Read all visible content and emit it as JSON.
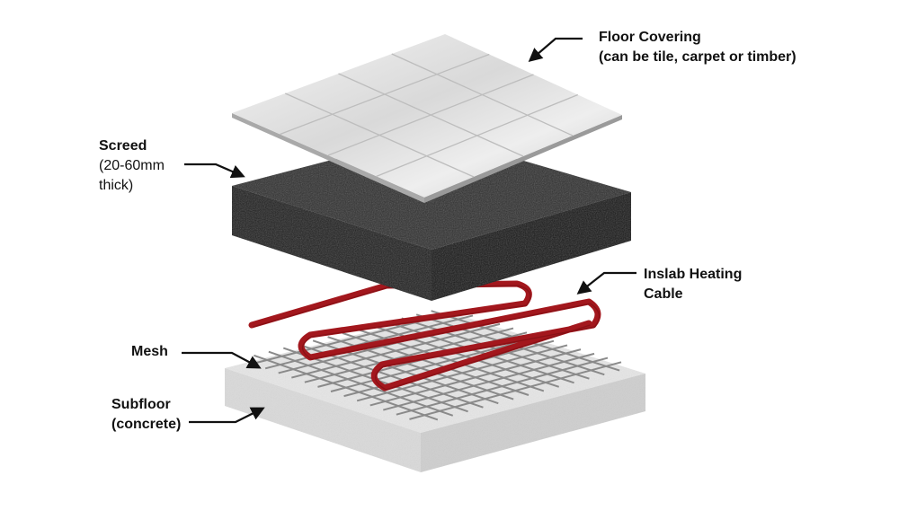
{
  "labels": {
    "floor_covering": {
      "title": "Floor Covering",
      "detail": "(can be tile, carpet or timber)"
    },
    "screed": {
      "title": "Screed",
      "detail_line1": "(20-60mm",
      "detail_line2": "thick)"
    },
    "heating_cable": {
      "title_line1": "Inslab Heating",
      "title_line2": "Cable"
    },
    "mesh": {
      "title": "Mesh"
    },
    "subfloor": {
      "title": "Subfloor",
      "detail": "(concrete)"
    }
  },
  "colors": {
    "tile_light": "#e8e8e8",
    "tile_grout": "#c8c8c8",
    "screed_top": "#2b2b2b",
    "screed_side": "#1a1a1a",
    "cable": "#a3171d",
    "mesh": "#8a8a8a",
    "subfloor_top": "#e6e6e6",
    "subfloor_side": "#d2d2d2",
    "pointer": "#111111"
  }
}
